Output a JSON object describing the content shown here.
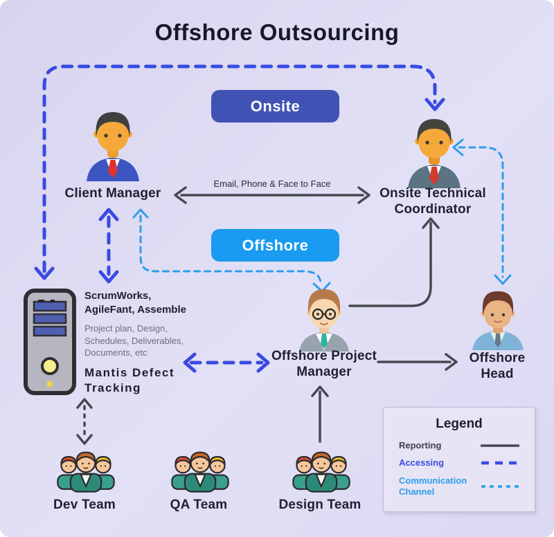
{
  "title": "Offshore Outsourcing",
  "badges": {
    "onsite": "Onsite",
    "offshore": "Offshore"
  },
  "nodes": {
    "client_manager": {
      "label": "Client Manager"
    },
    "onsite_technical_coordinator": {
      "label": "Onsite Technical\nCoordinator"
    },
    "offshore_project_manager": {
      "label": "Offshore Project\nManager"
    },
    "offshore_head": {
      "label": "Offshore\nHead"
    },
    "dev_team": {
      "label": "Dev Team"
    },
    "qa_team": {
      "label": "QA Team"
    },
    "design_team": {
      "label": "Design Team"
    }
  },
  "server": {
    "tools": "ScrumWorks,\nAgileFant, Assemble",
    "artifacts": "Project plan, Design,\nSchedules, Deliverables,\nDocuments, etc",
    "tracking": "Mantis Defect\nTracking"
  },
  "connections": {
    "client_otc_label": "Email, Phone & Face to Face"
  },
  "legend": {
    "title": "Legend",
    "entries": [
      {
        "label": "Reporting",
        "style": "solid",
        "color": "#46484f"
      },
      {
        "label": "Accessing",
        "style": "long-dash",
        "color": "#3a4ae1"
      },
      {
        "label": "Communication\nChannel",
        "style": "short-dash",
        "color": "#2e9ceb"
      }
    ]
  },
  "colors": {
    "background": "#dcd9f2",
    "onsite_badge": "#4053b4",
    "offshore_badge": "#189bf0",
    "reporting": "#46484f",
    "accessing": "#3a4ae1",
    "communication": "#2e9ceb"
  }
}
